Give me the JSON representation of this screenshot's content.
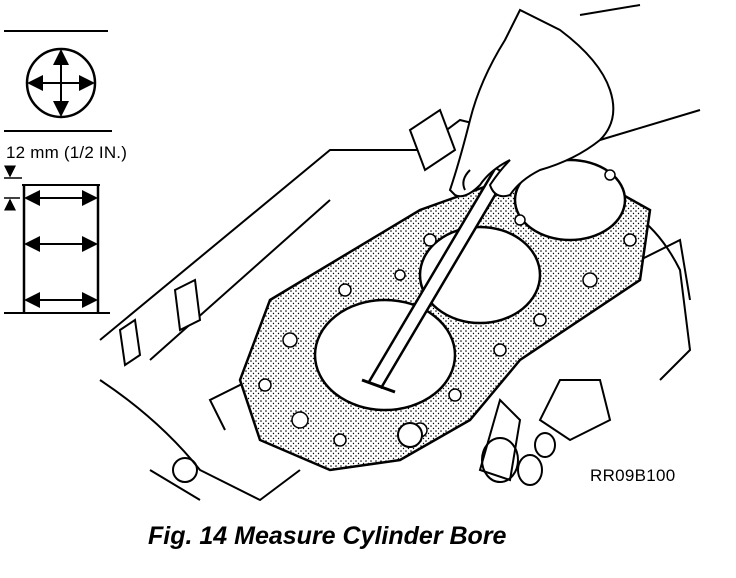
{
  "figure": {
    "measure_label": "12 mm (1/2 IN.)",
    "drawing_code": "RR09B100",
    "caption": "Fig. 14 Measure Cylinder Bore"
  },
  "icons": {
    "bore_cross_section": "circle-with-crosshair-arrows-icon",
    "bore_side_view": "cylinder-measure-points-icon"
  }
}
